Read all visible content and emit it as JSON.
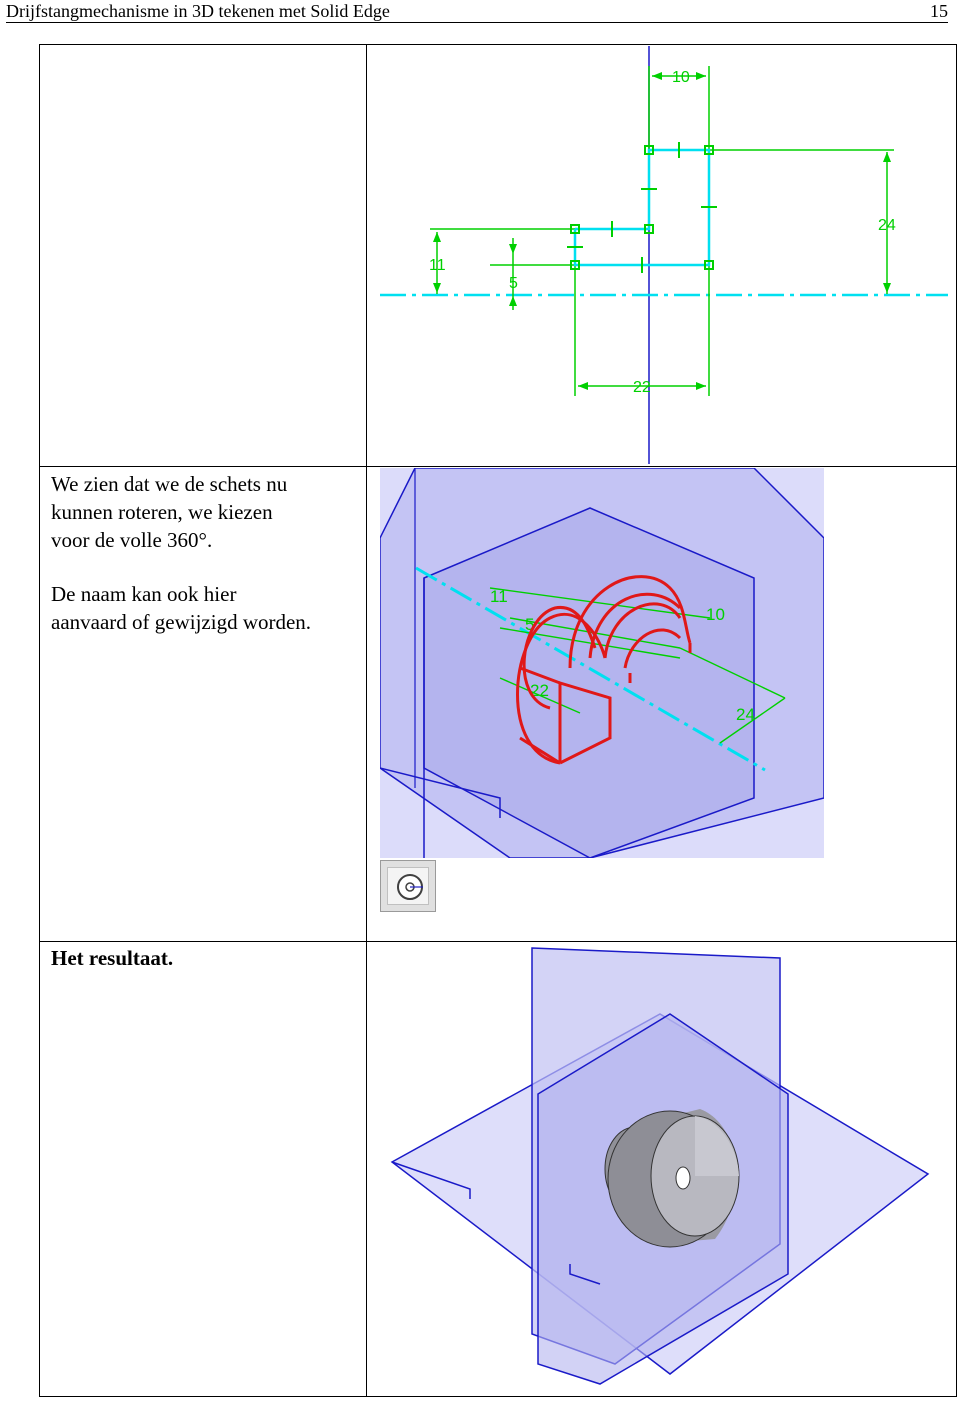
{
  "header": {
    "title": "Drijfstangmechanisme in 3D tekenen met Solid Edge",
    "page_number": "15"
  },
  "rows": [
    {
      "text": "",
      "figure": {
        "dimension_labels": [
          "10",
          "24",
          "11",
          "5",
          "22"
        ],
        "colors": {
          "sketch": "#00e0f0",
          "dimension": "#00d000",
          "axis": "#1a1ac8"
        }
      }
    },
    {
      "paragraphs": [
        "We zien dat we de schets nu kunnen roteren, we kiezen voor de volle 360°.",
        "De naam kan ook hier aanvaard of gewijzigd worden."
      ],
      "lines_p1": [
        "We zien dat we de schets nu",
        "kunnen roteren, we kiezen",
        "voor de volle 360°."
      ],
      "lines_p2": [
        "De naam kan ook hier",
        "aanvaard of gewijzigd worden."
      ],
      "figure": {
        "dimension_labels": [
          "11",
          "5",
          "10",
          "22",
          "24"
        ],
        "colors": {
          "plane": "#b8b8f0",
          "profile": "#e01818",
          "sketch": "#00e0f0",
          "dimension": "#00d000"
        },
        "button_icon": "revolve-360-icon"
      }
    },
    {
      "text": "Het resultaat.",
      "figure": {
        "colors": {
          "plane": "#c4c4f4",
          "part": "#a0a0a8"
        }
      }
    }
  ]
}
